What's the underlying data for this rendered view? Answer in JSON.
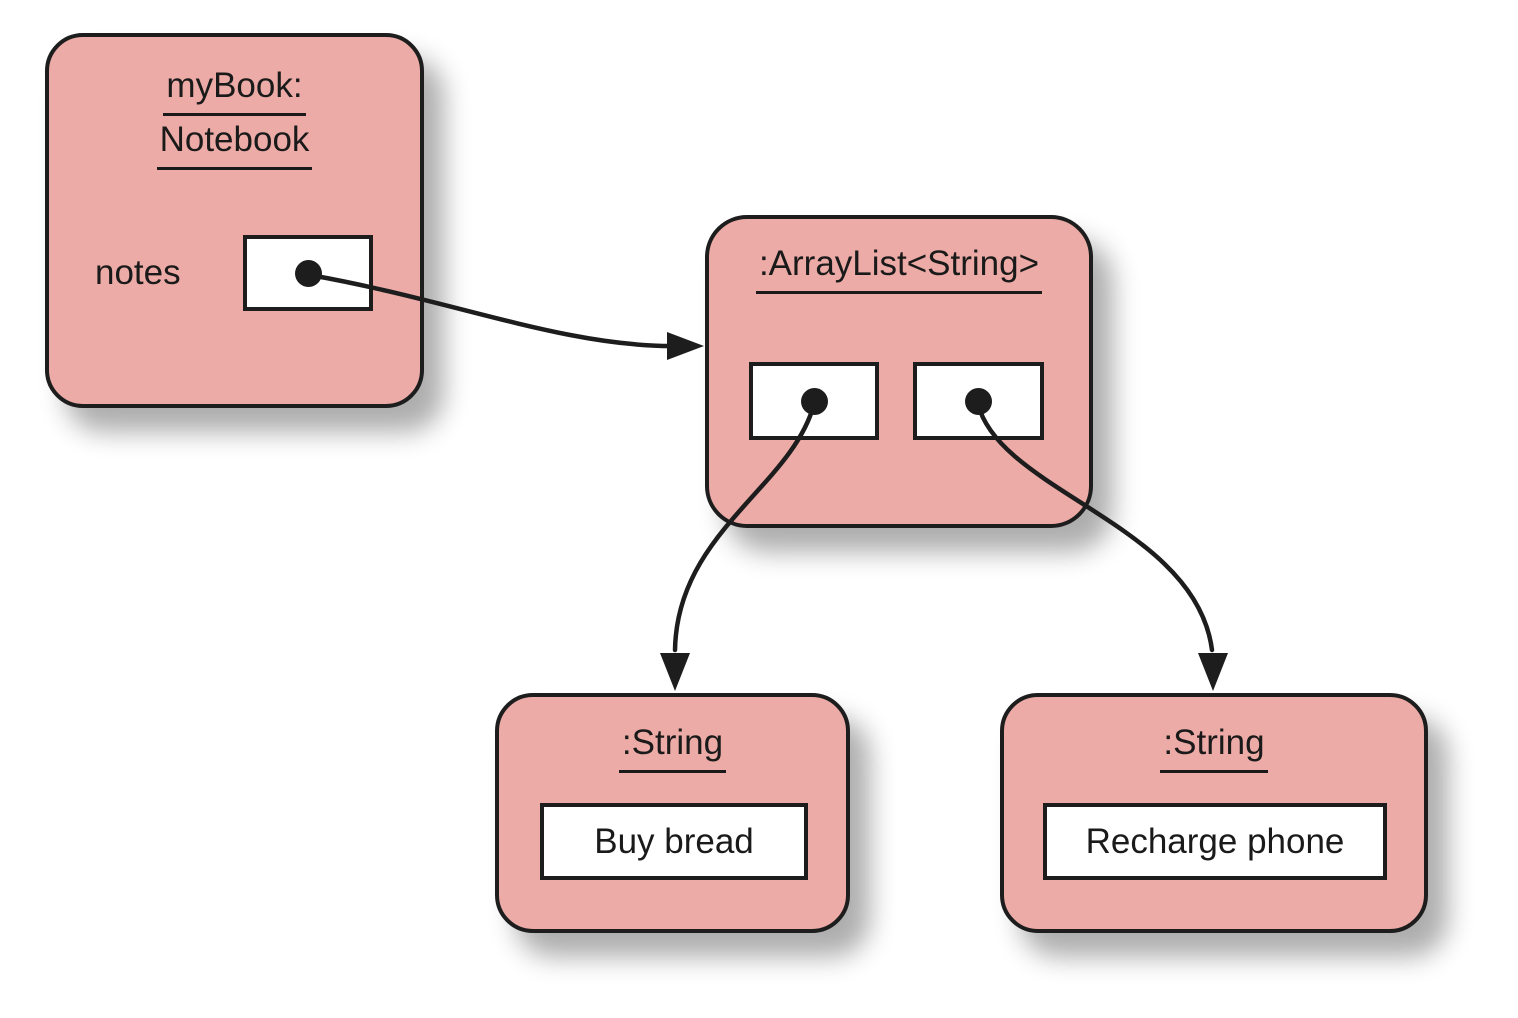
{
  "diagram": {
    "kind": "uml-object-diagram",
    "background_color": "#ffffff",
    "object_fill_color": "#ecaba6",
    "line_color": "#1d1d1d",
    "slot_fill_color": "#ffffff",
    "objects": {
      "notebook": {
        "title_line1": "myBook:",
        "title_line2": "Notebook",
        "field_label": "notes"
      },
      "arraylist": {
        "title": ":ArrayList<String>"
      },
      "string_left": {
        "title": ":String",
        "value": "Buy bread"
      },
      "string_right": {
        "title": ":String",
        "value": "Recharge phone"
      }
    },
    "references": [
      {
        "from": "notebook.notes slot",
        "to": "arraylist"
      },
      {
        "from": "arraylist slot 0",
        "to": "string_left"
      },
      {
        "from": "arraylist slot 1",
        "to": "string_right"
      }
    ]
  }
}
